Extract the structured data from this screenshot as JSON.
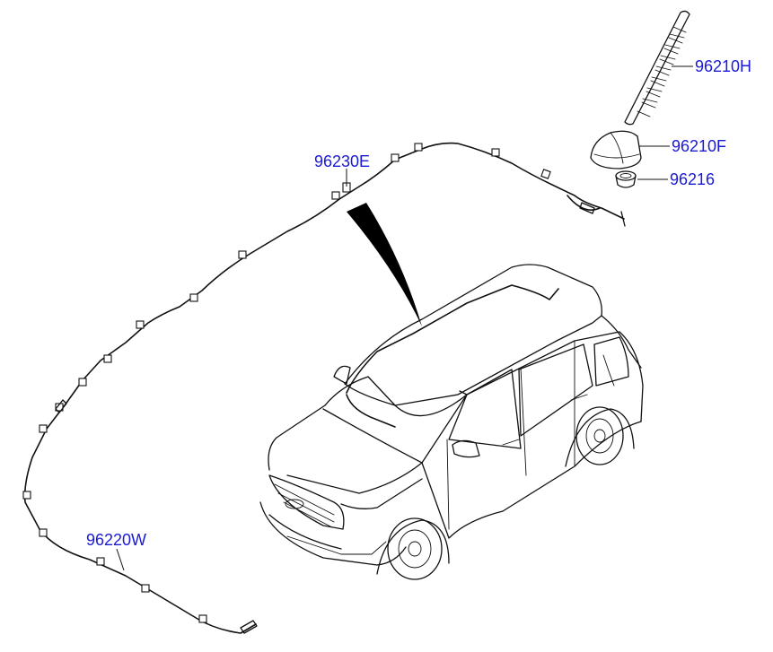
{
  "parts": {
    "antenna_rod": {
      "number": "96210H",
      "icon": "antenna-rod-icon"
    },
    "antenna_base": {
      "number": "96210F",
      "icon": "antenna-base-icon"
    },
    "antenna_pad": {
      "number": "96216",
      "icon": "antenna-pad-icon"
    },
    "roof_cable": {
      "number": "96230E",
      "icon": "feeder-cable-icon"
    },
    "extension_cable": {
      "number": "96220W",
      "icon": "extension-cable-icon"
    }
  },
  "colors": {
    "label": "#1a1ad6",
    "line": "#111111",
    "background": "#ffffff"
  }
}
